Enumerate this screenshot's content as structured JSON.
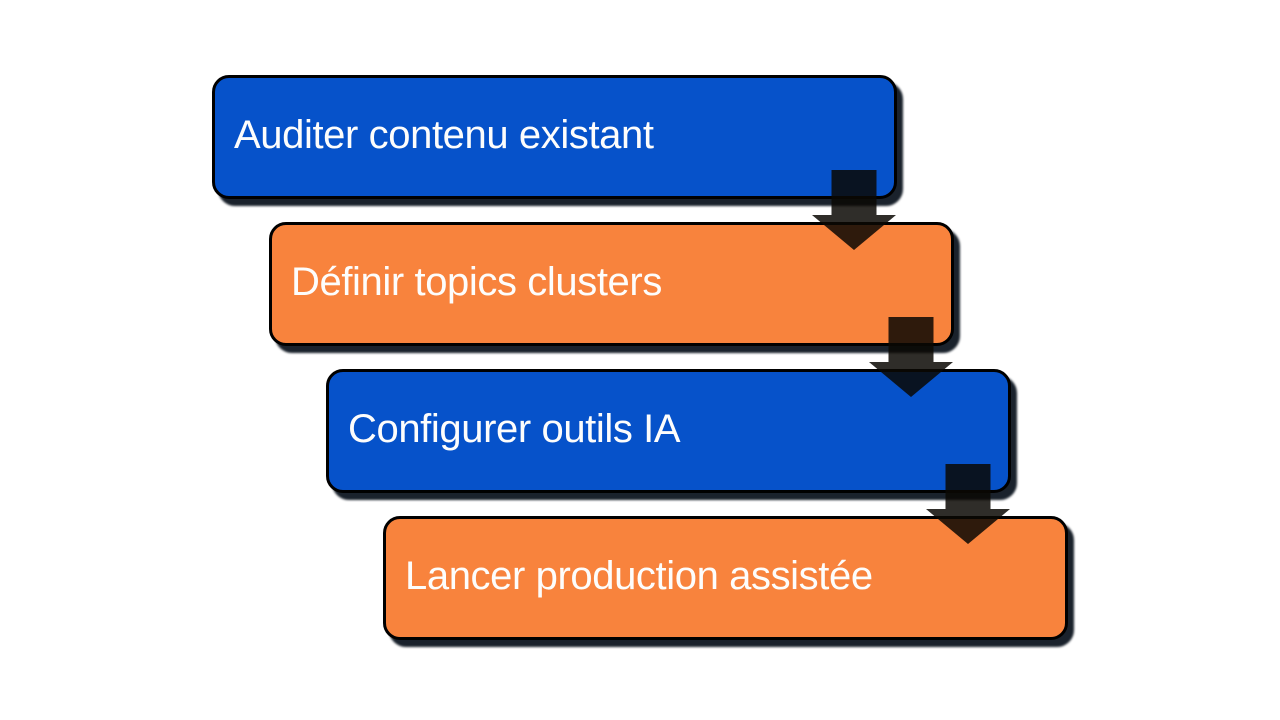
{
  "canvas": {
    "background": "#FFFFFF"
  },
  "diagram": {
    "type": "vertical-step-process",
    "connector": "down-arrow",
    "steps": [
      {
        "label": "Auditer contenu existant",
        "fill": "blue"
      },
      {
        "label": "Définir topics clusters",
        "fill": "orange"
      },
      {
        "label": "Configurer outils IA",
        "fill": "blue"
      },
      {
        "label": "Lancer production assistée",
        "fill": "orange"
      }
    ]
  },
  "colors": {
    "canvas-bg": "#FFFFFF",
    "step-blue": "#0652CA",
    "step-orange": "#F8833D",
    "step-text": "#FDFDFC",
    "step-border": "#000000",
    "step-shadow": "rgba(6,15,26,0.92)",
    "arrow-color": "rgba(10,8,4,0.85)"
  }
}
